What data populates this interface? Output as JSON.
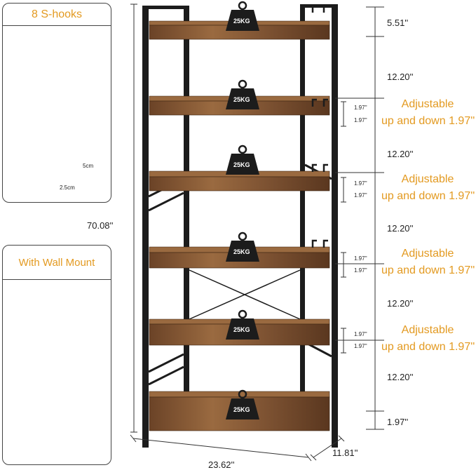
{
  "hooks_panel": {
    "title": "8 S-hooks",
    "hook_width": "2.5cm",
    "hook_height": "5cm"
  },
  "mount_panel": {
    "title": "With Wall Mount"
  },
  "weights": [
    "25KG",
    "25KG",
    "25KG",
    "25KG",
    "25KG",
    "25KG"
  ],
  "dimensions": {
    "height_total": "70.08''",
    "width": "23.62''",
    "depth": "11.81''",
    "top_gap": "5.51''",
    "gaps": [
      "12.20''",
      "12.20''",
      "12.20''",
      "12.20''",
      "12.20''"
    ],
    "bottom_gap": "1.97''",
    "adjust_small": "1.97''"
  },
  "adjust_note": {
    "line1": "Adjustable",
    "line2": "up and down 1.97''"
  },
  "colors": {
    "accent": "#e39a21",
    "frame": "#1c1c1c",
    "wood": "#8a5a35",
    "wood_dark": "#5e3a20"
  }
}
